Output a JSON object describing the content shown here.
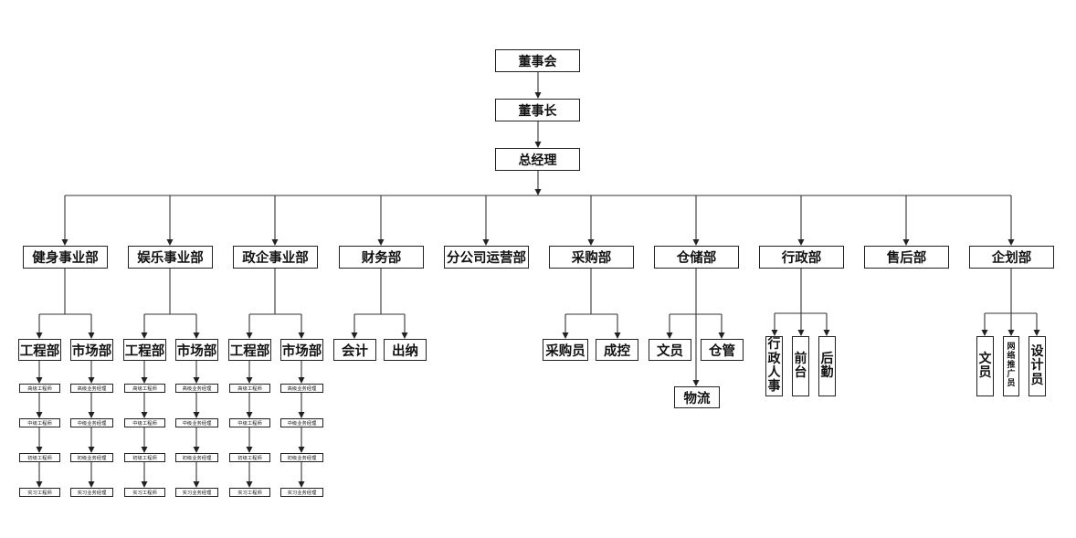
{
  "top": {
    "board": "董事会",
    "chairman": "董事长",
    "gm": "总经理"
  },
  "depts": [
    {
      "name": "健身事业部",
      "subs": [
        "工程部",
        "市场部"
      ]
    },
    {
      "name": "娱乐事业部",
      "subs": [
        "工程部",
        "市场部"
      ]
    },
    {
      "name": "政企事业部",
      "subs": [
        "工程部",
        "市场部"
      ]
    },
    {
      "name": "财务部",
      "subs": [
        "会计",
        "出纳"
      ]
    },
    {
      "name": "分公司运营部",
      "subs": []
    },
    {
      "name": "采购部",
      "subs": [
        "采购员",
        "成控"
      ]
    },
    {
      "name": "仓储部",
      "subs": [
        "文员",
        "仓管",
        "物流"
      ]
    },
    {
      "name": "行政部",
      "subs": [
        "行政人事",
        "前台",
        "后勤"
      ]
    },
    {
      "name": "售后部",
      "subs": []
    },
    {
      "name": "企划部",
      "subs": [
        "文员",
        "网络推广员",
        "设计员"
      ]
    }
  ],
  "ladders": {
    "engineering": [
      "高级工程师",
      "中级工程师",
      "初级工程师",
      "实习工程师"
    ],
    "marketing": [
      "高级业务经理",
      "中级业务经理",
      "初级业务经理",
      "实习业务经理"
    ]
  }
}
